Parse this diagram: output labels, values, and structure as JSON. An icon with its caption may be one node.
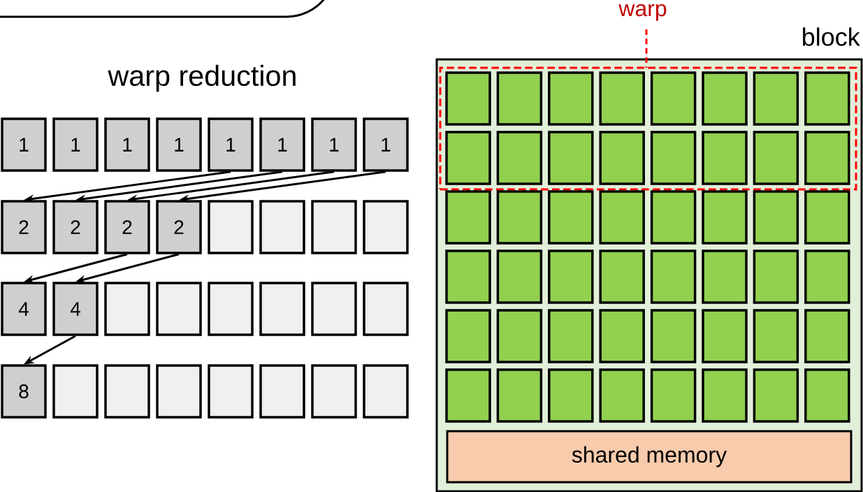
{
  "diagram": {
    "title": "warp reduction",
    "nodes": [
      {
        "text": [
          "1"
        ]
      },
      {
        "text": [
          "1"
        ]
      },
      {
        "text": [
          "1"
        ]
      },
      {
        "text": [
          "1"
        ]
      },
      {
        "text": [
          "1"
        ]
      },
      {
        "text": [
          "1"
        ]
      },
      {
        "text": [
          "1"
        ]
      },
      {
        "text": [
          "1"
        ]
      },
      {
        "text": [
          "2"
        ]
      },
      {
        "text": [
          "2"
        ]
      },
      {
        "text": [
          "2"
        ]
      },
      {
        "text": [
          "2"
        ]
      },
      {
        "text": [],
        "shape": "box"
      },
      {
        "text": [],
        "shape": "box"
      },
      {
        "text": [],
        "shape": "box"
      },
      {
        "text": [],
        "shape": "box"
      },
      {
        "text": [
          "4"
        ]
      },
      {
        "text": [
          "4"
        ]
      },
      {
        "text": [],
        "shape": "box"
      },
      {
        "text": [],
        "shape": "box"
      },
      {
        "text": [],
        "shape": "box"
      },
      {
        "text": [],
        "shape": "box"
      },
      {
        "text": [],
        "shape": "box"
      },
      {
        "text": [],
        "shape": "box"
      },
      {
        "text": [
          "8"
        ]
      },
      {
        "text": [],
        "shape": "box"
      },
      {
        "text": [],
        "shape": "box"
      },
      {
        "text": [],
        "shape": "box"
      },
      {
        "text": [],
        "shape": "box"
      },
      {
        "text": [],
        "shape": "box"
      },
      {
        "text": [],
        "shape": "box"
      },
      {
        "text": [],
        "shape": "box"
      },
      {
        "text": [
          "block"
        ]
      },
      {
        "text": [
          "warp"
        ],
        "in": 32
      },
      {
        "text": [],
        "shape": "box",
        "in": 33
      },
      {
        "text": [],
        "shape": "box",
        "in": 33
      },
      {
        "text": [],
        "shape": "box",
        "in": 33
      },
      {
        "text": [],
        "shape": "box",
        "in": 33
      },
      {
        "text": [],
        "shape": "box",
        "in": 33
      },
      {
        "text": [],
        "shape": "box",
        "in": 33
      },
      {
        "text": [],
        "shape": "box",
        "in": 33
      },
      {
        "text": [],
        "shape": "box",
        "in": 33
      },
      {
        "text": [],
        "shape": "box",
        "in": 33
      },
      {
        "text": [],
        "shape": "box",
        "in": 33
      },
      {
        "text": [],
        "shape": "box",
        "in": 33
      },
      {
        "text": [],
        "shape": "box",
        "in": 33
      },
      {
        "text": [],
        "shape": "box",
        "in": 33
      },
      {
        "text": [],
        "shape": "box",
        "in": 33
      },
      {
        "text": [],
        "shape": "box",
        "in": 33
      },
      {
        "text": [],
        "shape": "box",
        "in": 33
      },
      {
        "text": [],
        "shape": "box",
        "in": 32
      },
      {
        "text": [],
        "shape": "box",
        "in": 32
      },
      {
        "text": [],
        "shape": "box",
        "in": 32
      },
      {
        "text": [],
        "shape": "box",
        "in": 32
      },
      {
        "text": [],
        "shape": "box",
        "in": 32
      },
      {
        "text": [],
        "shape": "box",
        "in": 32
      },
      {
        "text": [],
        "shape": "box",
        "in": 32
      },
      {
        "text": [],
        "shape": "box",
        "in": 32
      },
      {
        "text": [],
        "shape": "box",
        "in": 32
      },
      {
        "text": [],
        "shape": "box",
        "in": 32
      },
      {
        "text": [],
        "shape": "box",
        "in": 32
      },
      {
        "text": [],
        "shape": "box",
        "in": 32
      },
      {
        "text": [],
        "shape": "box",
        "in": 32
      },
      {
        "text": [],
        "shape": "box",
        "in": 32
      },
      {
        "text": [],
        "shape": "box",
        "in": 32
      },
      {
        "text": [],
        "shape": "box",
        "in": 32
      },
      {
        "text": [],
        "shape": "box",
        "in": 32
      },
      {
        "text": [],
        "shape": "box",
        "in": 32
      },
      {
        "text": [],
        "shape": "box",
        "in": 32
      },
      {
        "text": [],
        "shape": "box",
        "in": 32
      },
      {
        "text": [],
        "shape": "box",
        "in": 32
      },
      {
        "text": [],
        "shape": "box",
        "in": 32
      },
      {
        "text": [],
        "shape": "box",
        "in": 32
      },
      {
        "text": [],
        "shape": "box",
        "in": 32
      },
      {
        "text": [],
        "shape": "box",
        "in": 32
      },
      {
        "text": [],
        "shape": "box",
        "in": 32
      },
      {
        "text": [],
        "shape": "box",
        "in": 32
      },
      {
        "text": [],
        "shape": "box",
        "in": 32
      },
      {
        "text": [],
        "shape": "box",
        "in": 32
      },
      {
        "text": [],
        "shape": "box",
        "in": 32
      },
      {
        "text": [],
        "shape": "box",
        "in": 32
      },
      {
        "text": [],
        "shape": "box",
        "in": 32
      },
      {
        "text": [
          "shared memory"
        ],
        "in": 32
      }
    ],
    "edges": [
      {
        "from": 4,
        "to": 8,
        "arrow": "to"
      },
      {
        "from": 5,
        "to": 9,
        "arrow": "to"
      },
      {
        "from": 6,
        "to": 10,
        "arrow": "to"
      },
      {
        "from": 7,
        "to": 11,
        "arrow": "to"
      },
      {
        "from": 10,
        "to": 16,
        "arrow": "to"
      },
      {
        "from": 11,
        "to": 17,
        "arrow": "to"
      },
      {
        "from": 17,
        "to": 24,
        "arrow": "to"
      }
    ]
  }
}
